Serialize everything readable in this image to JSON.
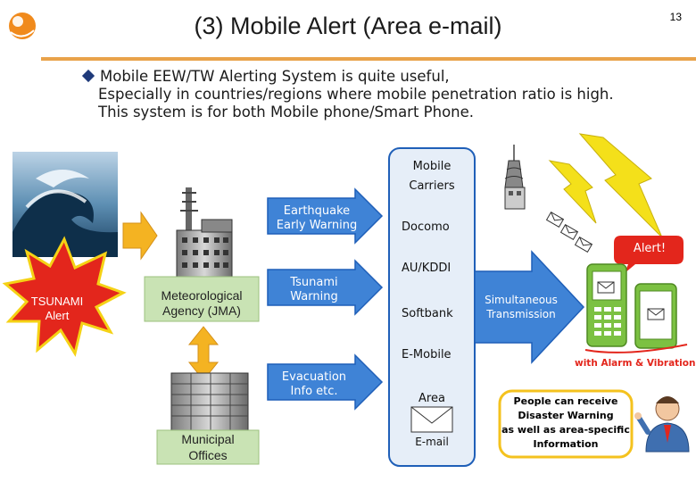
{
  "header": {
    "title": "(3) Mobile Alert (Area e-mail)",
    "page_number": "13"
  },
  "bullets": {
    "line1": "Mobile EEW/TW Alerting System is quite useful,",
    "line2": "Especially in countries/regions where mobile penetration ratio is high.",
    "line3": "This system is for both Mobile phone/Smart Phone."
  },
  "left": {
    "tsunami_line1": "TSUNAMI",
    "tsunami_line2": "Alert",
    "jma_line1": "Meteorological",
    "jma_line2": "Agency (JMA)",
    "municipal_line1": "Municipal",
    "municipal_line2": "Offices"
  },
  "arrows": {
    "eew_line1": "Earthquake",
    "eew_line2": "Early Warning",
    "tw_line1": "Tsunami",
    "tw_line2": "Warning",
    "evac_line1": "Evacuation",
    "evac_line2": "Info etc.",
    "simul_line1": "Simultaneous",
    "simul_line2": "Transmission"
  },
  "carriers": {
    "heading_line1": "Mobile",
    "heading_line2": "Carriers",
    "items": [
      "Docomo",
      "AU/KDDI",
      "Softbank",
      "E-Mobile"
    ],
    "area_label": "Area",
    "email_label": "E-mail"
  },
  "right": {
    "alert": "Alert!",
    "alarm_caption": "with Alarm & Vibration",
    "people_line1": "People can receive",
    "people_line2": "Disaster Warning",
    "people_line3": "as well as area-specific",
    "people_line4": "Information"
  },
  "colors": {
    "accent_orange": "#e9a24a",
    "blue_arrow": "#1f5fb8",
    "blue_fill": "#3f83d6",
    "green_box": "#c9e3b4",
    "carrier_bg": "#e6eef8",
    "red_alert": "#e3261c",
    "phone_green": "#7cc142",
    "lightning_yellow": "#f4e01a"
  }
}
